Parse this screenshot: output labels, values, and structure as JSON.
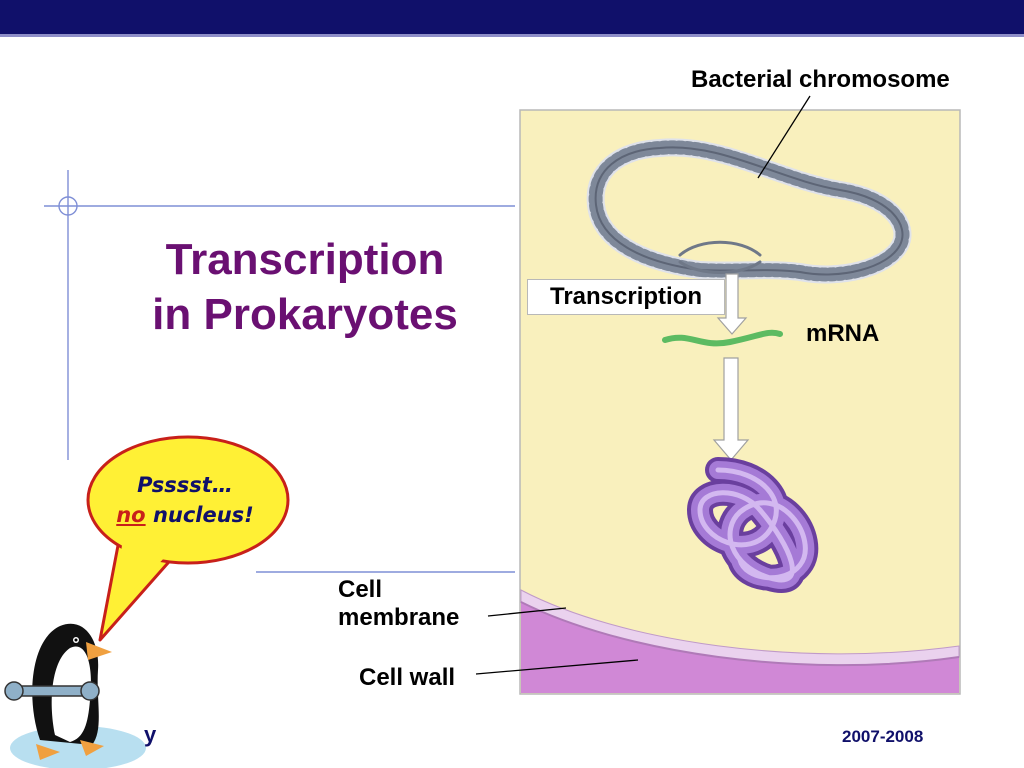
{
  "slide": {
    "title_line1": "Transcription",
    "title_line2": "in Prokaryotes",
    "footer_year": "2007-2008",
    "footer_left_fragment": "y"
  },
  "diagram": {
    "chromosome_label": "Bacterial chromosome",
    "transcription_label": "Transcription",
    "mrna_label": "mRNA",
    "membrane_label": "Cell membrane",
    "wall_label": "Cell wall"
  },
  "bubble": {
    "line1": "Psssst…",
    "no_word": "no",
    "rest": "nucleus!"
  },
  "colors": {
    "topbar": "#10106a",
    "title": "#6a1072",
    "cytoplasm": "#f9f0bd",
    "membrane": "#e4b8e6",
    "wall": "#d088d6",
    "dna": "#8a93a6",
    "mrna": "#6bc46f",
    "protein": "#9a6acc",
    "bubble_fill": "#fff035",
    "bubble_border": "#c8201a"
  },
  "icons": {
    "penguin": "penguin-with-wrench-icon"
  }
}
